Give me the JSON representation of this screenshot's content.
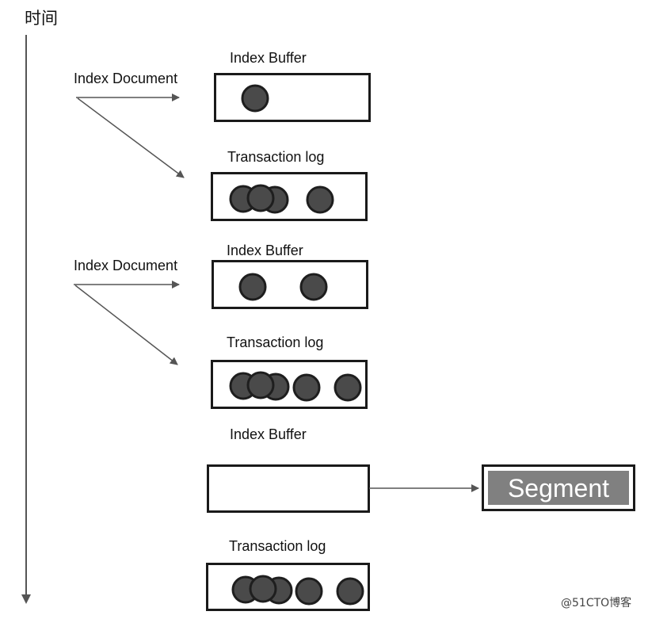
{
  "time_axis": {
    "label": "时间"
  },
  "stages": [
    {
      "event_label": "Index Document",
      "buffer": {
        "label": "Index Buffer",
        "documents": 1
      },
      "log": {
        "label": "Transaction log",
        "entries": 4
      }
    },
    {
      "event_label": "Index Document",
      "buffer": {
        "label": "Index Buffer",
        "documents": 2
      },
      "log": {
        "label": "Transaction log",
        "entries": 5
      }
    },
    {
      "buffer": {
        "label": "Index Buffer",
        "documents": 0
      },
      "log": {
        "label": "Transaction log",
        "entries": 5
      }
    }
  ],
  "segment": {
    "label": "Segment"
  },
  "watermark": "@51CTO博客",
  "colors": {
    "line": "#555555",
    "box_border": "#1a1a1a",
    "doc_fill": "#4a4a4a",
    "doc_stroke": "#1e1e1e",
    "segment_fill": "#808080"
  }
}
